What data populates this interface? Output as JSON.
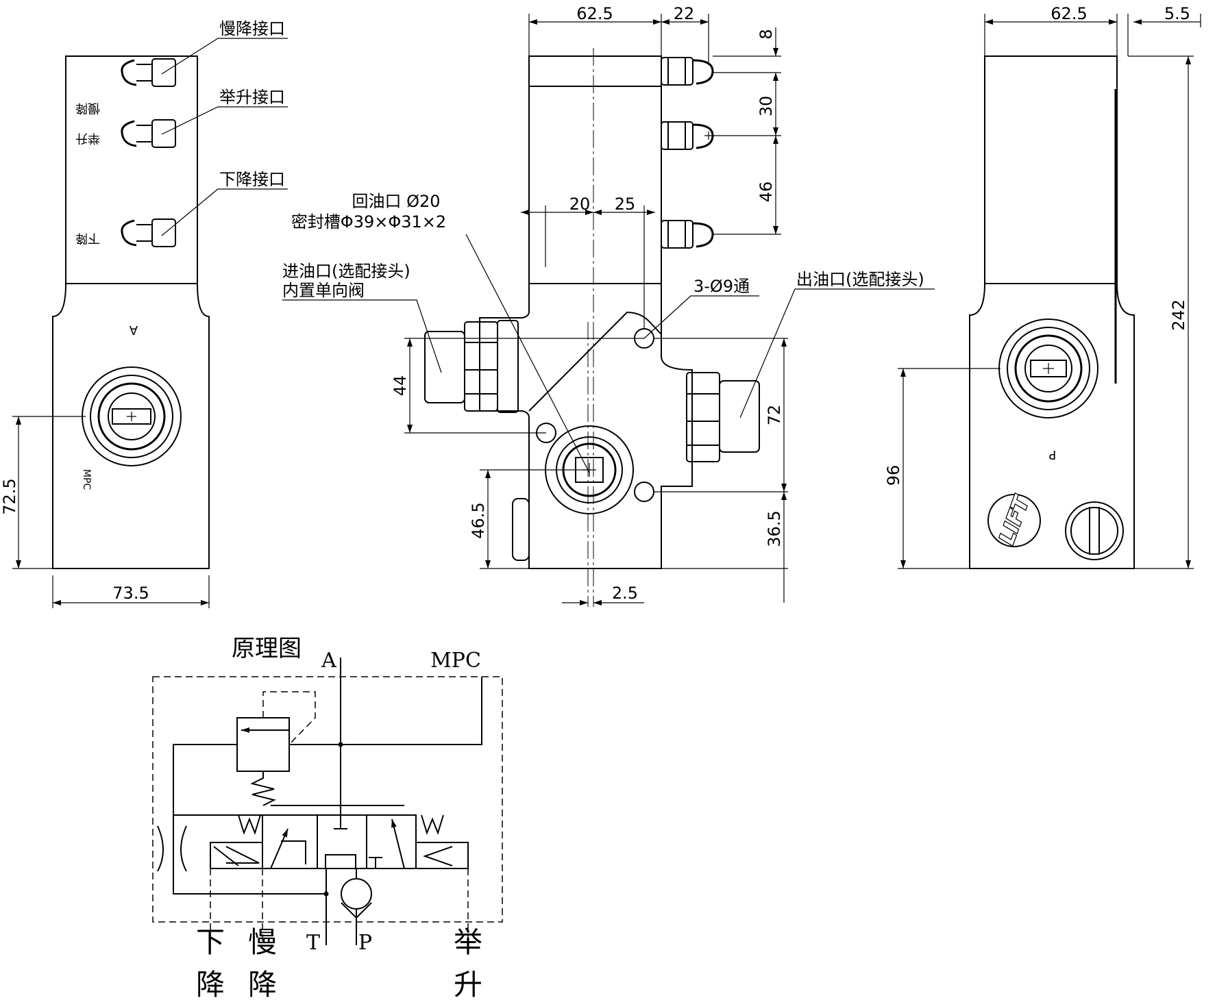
{
  "dims": {
    "left_height": "72.5",
    "left_width": "73.5",
    "mid_top_width": "62.5",
    "mid_top_right": "22",
    "mid_v8": "8",
    "mid_v30": "30",
    "mid_v46": "46",
    "mid_20": "20",
    "mid_25": "25",
    "mid_44": "44",
    "mid_72": "72",
    "mid_46_5": "46.5",
    "mid_36_5": "36.5",
    "mid_2_5": "2.5",
    "right_top_width": "62.5",
    "right_top_right": "5.5",
    "right_total": "242",
    "right_96": "96"
  },
  "callouts": {
    "slow_descend_port": "慢降接口",
    "lift_port": "举升接口",
    "descend_port": "下降接口",
    "return_port": "回油口 Ø20",
    "seal_groove": "密封槽Φ39×Φ31×2",
    "inlet_port": "进油口(选配接头)",
    "check_valve": "内置单向阀",
    "through_holes": "3-Ø9通",
    "outlet_port": "出油口(选配接头)"
  },
  "body_marks": {
    "slow": "慢降",
    "lift": "举升",
    "down": "下降",
    "a": "A",
    "mpc": "MPC",
    "p": "P",
    "logo": "LIFT"
  },
  "schematic": {
    "title": "原理图",
    "port_a": "A",
    "port_mpc": "MPC",
    "port_t": "T",
    "port_p": "P",
    "label_down_1": "下",
    "label_down_2": "降",
    "label_slow_1": "慢",
    "label_slow_2": "降",
    "label_lift_1": "举",
    "label_lift_2": "升"
  }
}
